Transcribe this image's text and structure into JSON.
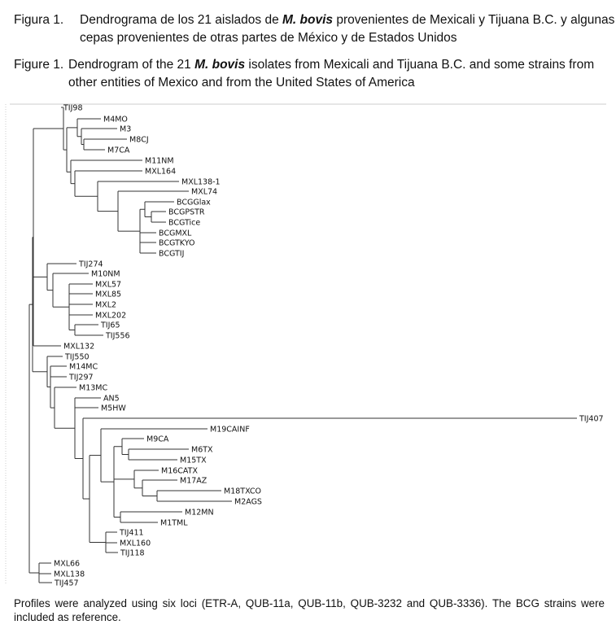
{
  "caption_es": {
    "number": "Figura 1.",
    "line1_before": "Dendrograma de los 21 aislados de ",
    "line1_italic": "M. bovis",
    "line1_after": " provenientes de Mexicali y Tijuana B.C. y algunas",
    "line2": "cepas provenientes de otras partes de México y de Estados Unidos"
  },
  "caption_en": {
    "number": "Figure 1.",
    "line1_before": "Dendrogram of the 21 ",
    "line1_italic": "M. bovis",
    "line1_after": " isolates from Mexicali and Tijuana B.C. and some strains from",
    "line2": "other entities of Mexico and from the United States of America"
  },
  "leaves": [
    "TIJ98",
    "M4MO",
    "M3",
    "M8CJ",
    "M7CA",
    "M11NM",
    "MXL164",
    "MXL138-1",
    "MXL74",
    "BCGGlax",
    "BCGPSTR",
    "BCGTice",
    "BCGMXL",
    "BCGTKYO",
    "BCGTIJ",
    "TIJ274",
    "M10NM",
    "MXL57",
    "MXL85",
    "MXL2",
    "MXL202",
    "TIJ65",
    "TIJ556",
    "MXL132",
    "TIJ550",
    "M14MC",
    "TIJ297",
    "M13MC",
    "AN5",
    "M5HW",
    "TIJ407",
    "M19CAINF",
    "M9CA",
    "M6TX",
    "M15TX",
    "M16CATX",
    "M17AZ",
    "M18TXCO",
    "M2AGS",
    "M12MN",
    "M1TML",
    "TIJ411",
    "MXL160",
    "TIJ118",
    "MXL66",
    "MXL138",
    "TIJ457"
  ],
  "footer": "Profiles were analyzed using six loci (ETR-A, QUB-11a, QUB-11b, QUB-3232 and QUB-3336). The BCG strains were included as reference."
}
